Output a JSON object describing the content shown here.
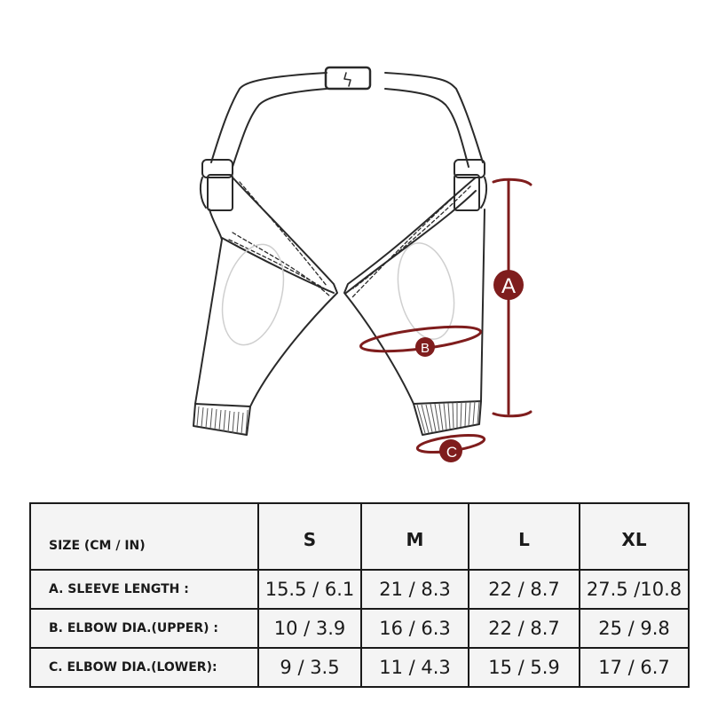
{
  "diagram": {
    "markers": {
      "a": "A",
      "b": "B",
      "c": "C"
    },
    "marker_color": "#7f1d1d",
    "line_color": "#2a2a2a"
  },
  "table": {
    "header": {
      "label": "SIZE  (CM / IN)",
      "sizes": [
        "S",
        "M",
        "L",
        "XL"
      ]
    },
    "rows": [
      {
        "label": "A.  SLEEVE LENGTH :",
        "values": [
          "15.5 / 6.1",
          "21 / 8.3",
          "22 / 8.7",
          "27.5 /10.8"
        ]
      },
      {
        "label": "B.  ELBOW DIA.(UPPER) :",
        "values": [
          "10 / 3.9",
          "16 / 6.3",
          "22 / 8.7",
          "25 / 9.8"
        ]
      },
      {
        "label": "C.  ELBOW DIA.(LOWER):",
        "values": [
          "9 / 3.5",
          "11 / 4.3",
          "15 / 5.9",
          "17 / 6.7"
        ]
      }
    ]
  }
}
